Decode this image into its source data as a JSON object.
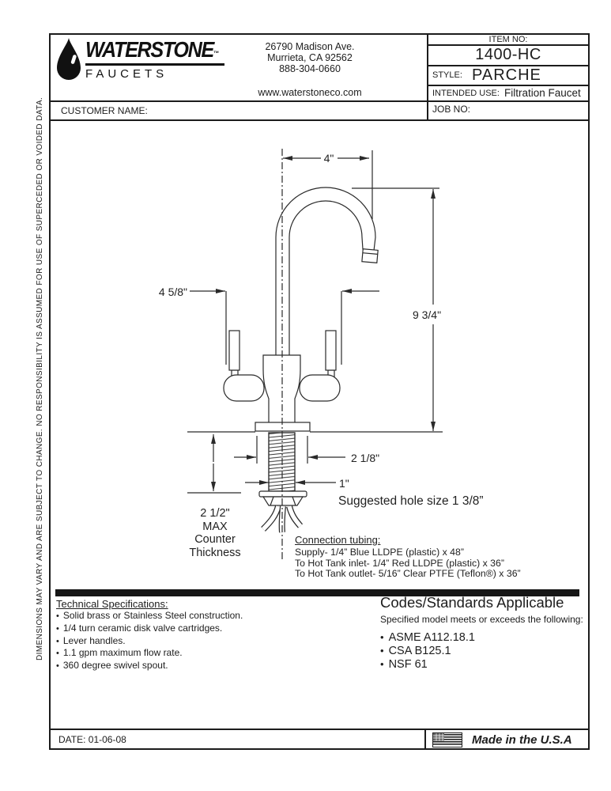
{
  "side_note": "DIMENSIONS MAY VARY AND ARE SUBJECT TO CHANGE. NO RESPONSIBILITY IS ASSUMED FOR USE OF SUPERCEDED OR VOIDED DATA.",
  "header": {
    "brand": {
      "name": "WATERSTONE",
      "trademark": "™",
      "subtitle": "FAUCETS"
    },
    "address_lines": [
      "26790 Madison Ave.",
      "Murrieta, CA 92562",
      "888-304-0660"
    ],
    "website": "www.waterstoneco.com",
    "item_no_label": "ITEM NO:",
    "item_no": "1400-HC",
    "style_label": "STYLE:",
    "style_value": "PARCHE",
    "intended_use_label": "INTENDED USE:",
    "intended_use_value": "Filtration Faucet",
    "customer_name_label": "CUSTOMER NAME:",
    "job_no_label": "JOB NO:"
  },
  "drawing": {
    "dim_spout_reach": "4\"",
    "dim_overall_height": "9 3/4\"",
    "dim_handle_spread": "4 5/8\"",
    "dim_flange_width": "2 1/8\"",
    "dim_shank_diameter": "1\"",
    "hole_note": "Suggested hole size 1 3/8”",
    "counter_note_lines": [
      "2 1/2\"",
      "MAX",
      "Counter",
      "Thickness"
    ],
    "tubing_title": "Connection tubing:",
    "tubing_lines": [
      "Supply- 1/4” Blue LLDPE (plastic) x 48”",
      "To Hot Tank inlet- 1/4” Red LLDPE (plastic) x 36”",
      "To Hot Tank outlet- 5/16” Clear PTFE (Teflon®) x 36”"
    ]
  },
  "specs": {
    "title": "Technical Specifications:",
    "items": [
      "Solid brass or Stainless Steel construction.",
      "1/4 turn ceramic disk valve cartridges.",
      "Lever handles.",
      "1.1 gpm maximum flow rate.",
      "360 degree swivel spout."
    ]
  },
  "codes": {
    "title": "Codes/Standards Applicable",
    "subtitle": "Specified model meets or exceeds the following:",
    "items": [
      "ASME A112.18.1",
      "CSA B125.1",
      "NSF 61"
    ]
  },
  "footer": {
    "date": "DATE: 01-06-08",
    "made_in": "Made in the U.S.A"
  },
  "colors": {
    "ink": "#1d1d1d",
    "drawing_line": "#2a2a2a",
    "bar": "#161616"
  }
}
